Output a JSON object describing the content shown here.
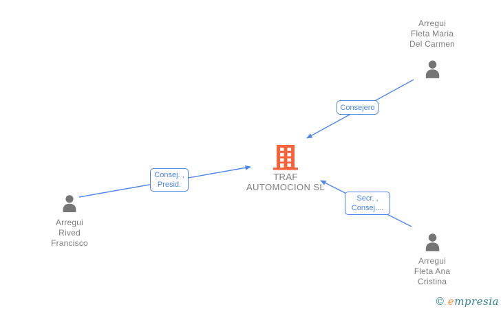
{
  "colors": {
    "edge_blue": "#4e86ea",
    "label_blue": "#4a85ec",
    "person_gray": "#757575",
    "text_gray": "#7d7d7d",
    "company_orange": "#f9623a",
    "watermark_teal": "#2e7f90",
    "watermark_orange": "#f08a26"
  },
  "company": {
    "name_line1": "TRAF",
    "name_line2": "AUTOMOCION SL"
  },
  "people": {
    "maria": {
      "line1": "Arregui",
      "line2": "Fleta Maria",
      "line3": "Del Carmen"
    },
    "francisco": {
      "line1": "Arregui",
      "line2": "Rived",
      "line3": "Francisco"
    },
    "cristina": {
      "line1": "Arregui",
      "line2": "Fleta Ana",
      "line3": "Cristina"
    }
  },
  "edges": {
    "consejero": {
      "line1": "Consejero"
    },
    "consej_presid": {
      "line1": "Consej. ,",
      "line2": "Presid."
    },
    "secr_consej": {
      "line1": "Secr. ,",
      "line2": "Consej...."
    }
  },
  "watermark": {
    "copyright_symbol": "©",
    "brand_first_letter": "e",
    "brand_rest": "mpresia"
  }
}
